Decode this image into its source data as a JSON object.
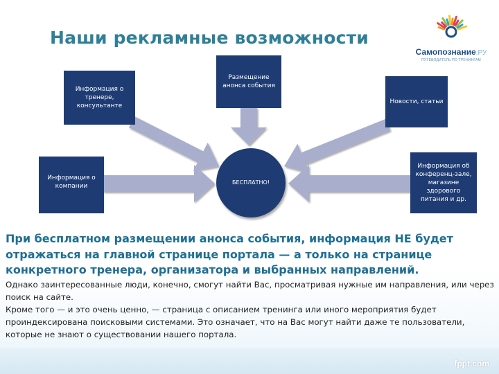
{
  "slide": {
    "title": "Наши рекламные возможности"
  },
  "logo": {
    "name": "Самопознание",
    "suffix": ".РУ",
    "tagline": "ПУТЕВОДИТЕЛЬ ПО ТРЕНИНГАМ",
    "sun_colors": [
      "#f29b27",
      "#e8473a",
      "#e5327c",
      "#8fc43f",
      "#2fa6de",
      "#f7c81e"
    ]
  },
  "diagram": {
    "box_color": "#1e3c73",
    "arrow_color": "#a9aecd",
    "nodes": {
      "trainer": "Информация о тренере, консультанте",
      "event": "Размещение анонса события",
      "news": "Новости, статьи",
      "company": "Информация о компании",
      "free": "БЕСПЛАТНО!",
      "other": "Информация об конференц-зале, магазине здорового питания и др."
    }
  },
  "text": {
    "main": "При бесплатном размещении анонса события, информация НЕ будет отражаться на главной странице портала — а только на странице конкретного тренера, организатора и выбранных направлений.",
    "para1": "Однако заинтересованные люди, конечно, смогут найти Вас, просматривая нужные им направления, или через поиск на сайте.",
    "para2": "Кроме того — и это очень ценно, — страница с описанием тренинга или иного мероприятия будет проиндексирована поисковыми системами. Это означает, что на Вас могут найти даже те пользователи, которые не знают о существовании нашего портала."
  },
  "footer": {
    "brand": "fppt.com"
  }
}
